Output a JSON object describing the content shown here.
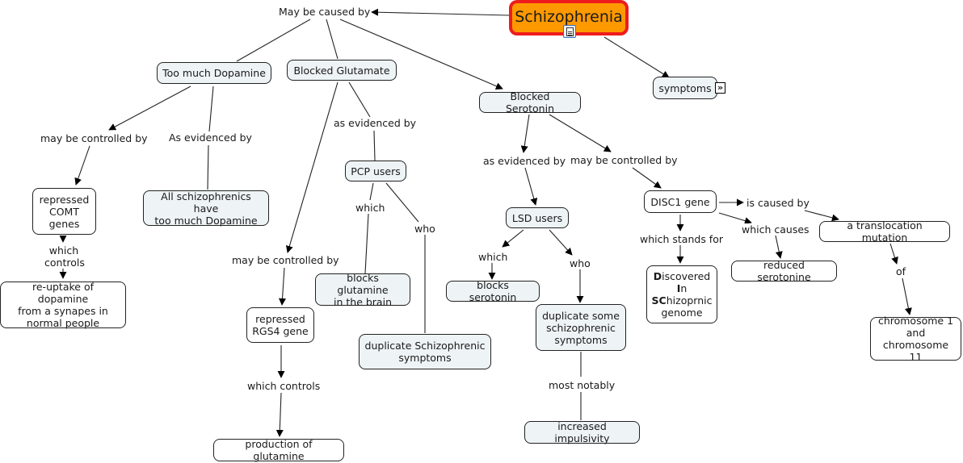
{
  "title": "Schizophrenia",
  "colors": {
    "root_fill": "#ff9900",
    "root_border": "#ee1c1c",
    "concept_fill": "#eef3f5",
    "line": "#222222"
  },
  "root": {
    "label": "Schizophrenia",
    "icons": [
      "resource-document-icon"
    ]
  },
  "concepts": {
    "too_much_dopamine": "Too much Dopamine",
    "blocked_glutamate": "Blocked  Glutamate",
    "blocked_serotonin": "Blocked Serotonin",
    "symptoms": "symptoms",
    "repressed_comt": "repressed\nCOMT\ngenes",
    "all_schizophrenics": "All schizophrenics have\ntoo much Dopamine",
    "reuptake_dopamine": "re-uptake of dopamine\nfrom a synapes in\nnormal people",
    "pcp_users": "PCP users",
    "blocks_glutamine": "blocks glutamine\nin the brain",
    "duplicate_schizo": "duplicate Schizophrenic\nsymptoms",
    "repressed_rgs4": "repressed\nRGS4 gene",
    "production_glutamine": "production of glutamine",
    "lsd_users": "LSD users",
    "blocks_serotonin": "blocks serotonin",
    "duplicate_some": "duplicate some\nschizophrenic\nsymptoms",
    "increased_impulsivity": "increased impulsivity",
    "disc1_gene": "DISC1 gene",
    "disc1_acronym": [
      {
        "bold": "D",
        "rest": "iscovered"
      },
      {
        "bold": "I",
        "rest": "n"
      },
      {
        "bold": "SC",
        "rest": "hizoprnic"
      },
      {
        "bold": "",
        "rest": "genome"
      }
    ],
    "reduced_serotonine": "reduced serotonine",
    "translocation": "a translocation mutation",
    "chromosomes": "chromosome 1\nand\nchromosome 11"
  },
  "linking_phrases": {
    "may_be_caused_by": "May be caused by",
    "may_be_controlled_by_1": "may be controlled by",
    "as_evidenced_by_1": "As evidenced by",
    "which_controls_1": "which\ncontrols",
    "as_evidenced_by_2": "as evidenced by",
    "may_be_controlled_by_2": "may be controlled by",
    "which_controls_2": "which controls",
    "which_1": "which",
    "who_1": "who",
    "as_evidenced_by_3": "as evidenced by",
    "may_be_controlled_by_3": "may be controlled by",
    "which_2": "which",
    "who_2": "who",
    "most_notably": "most notably",
    "which_stands_for": "which stands for",
    "which_causes": "which causes",
    "is_caused_by": "is caused by",
    "of": "of"
  }
}
